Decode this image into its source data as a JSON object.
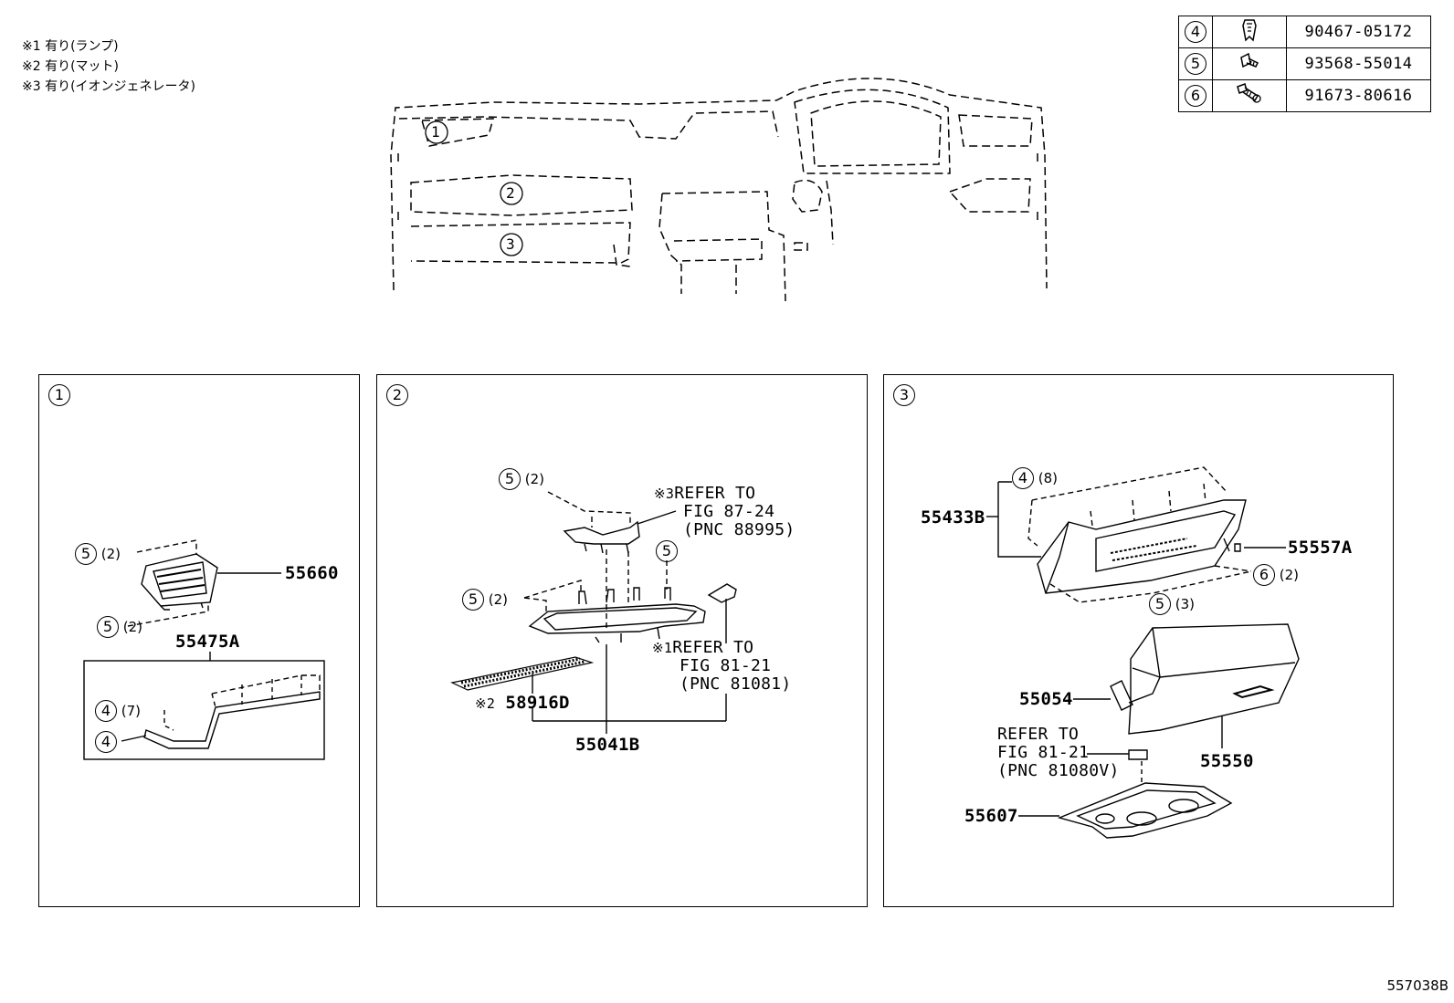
{
  "notes": [
    "※1 有り(ランプ)",
    "※2 有り(マット)",
    "※3 有り(イオンジェネレータ)"
  ],
  "fasteners": [
    {
      "num": "4",
      "part": "90467-05172",
      "icon": "clip-icon"
    },
    {
      "num": "5",
      "part": "93568-55014",
      "icon": "screw-icon"
    },
    {
      "num": "6",
      "part": "91673-80616",
      "icon": "bolt-icon"
    }
  ],
  "overview": {
    "callouts": [
      "1",
      "2",
      "3"
    ]
  },
  "panel1": {
    "tag": "1",
    "parts": {
      "p55660": "55660",
      "p55475A": "55475A"
    },
    "callouts": {
      "a": "5",
      "a_qty": "(2)",
      "b": "5",
      "b_qty": "(2)",
      "c": "4",
      "c_qty": "(7)",
      "d": "4"
    }
  },
  "panel2": {
    "tag": "2",
    "parts": {
      "p58916D": "58916D",
      "p55041B": "55041B"
    },
    "mark2": "※2",
    "mark3": "※3",
    "mark1": "※1",
    "ref3": [
      "REFER TO",
      "FIG 87-24",
      "(PNC 88995)"
    ],
    "ref1": [
      "REFER TO",
      "FIG 81-21",
      "(PNC 81081)"
    ],
    "callouts": {
      "a": "5",
      "a_qty": "(2)",
      "b": "5",
      "c": "5",
      "c_qty": "(2)"
    }
  },
  "panel3": {
    "tag": "3",
    "parts": {
      "p55433B": "55433B",
      "p55557A": "55557A",
      "p55054": "55054",
      "p55550": "55550",
      "p55607": "55607"
    },
    "ref": [
      "REFER TO",
      "FIG 81-21",
      "(PNC 81080V)"
    ],
    "callouts": {
      "a": "4",
      "a_qty": "(8)",
      "b": "6",
      "b_qty": "(2)",
      "c": "5",
      "c_qty": "(3)"
    }
  },
  "figure_id": "557038B"
}
